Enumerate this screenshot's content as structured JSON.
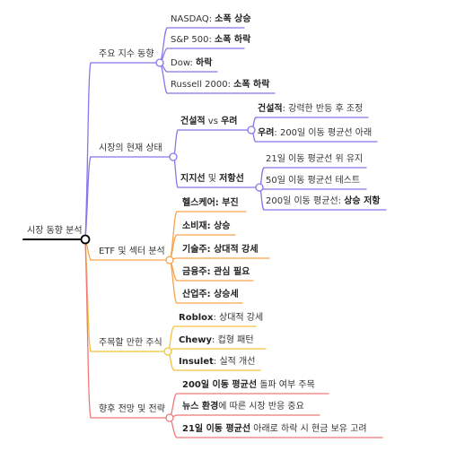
{
  "root": {
    "label": "시장 동향 분석"
  },
  "colors": {
    "purple": "#8b74e8",
    "orange": "#f7a34b",
    "amber": "#f4c13d",
    "red": "#f07878",
    "root_line": "#000000"
  },
  "branches": [
    {
      "label": "주요 지수 동향",
      "children": [
        {
          "pre": "NASDAQ: ",
          "bold": "소폭 상승",
          "post": ""
        },
        {
          "pre": "S&P 500: ",
          "bold": "소폭 하락",
          "post": ""
        },
        {
          "pre": "Dow: ",
          "bold": "하락",
          "post": ""
        },
        {
          "pre": "Russell 2000: ",
          "bold": "소폭 하락",
          "post": ""
        }
      ]
    },
    {
      "label": "시장의 현재 상태",
      "groups": [
        {
          "label": {
            "b1": "건설적",
            "mid": " vs ",
            "b2": "우려"
          },
          "children": [
            {
              "pre": "",
              "bold": "건설적",
              "post": ": 강력한 반등 후 조정"
            },
            {
              "pre": "",
              "bold": "우려",
              "post": ": 200일 이동 평균선 아래"
            }
          ]
        },
        {
          "label": {
            "b1": "지지선",
            "mid": " 및 ",
            "b2": "저항선"
          },
          "children": [
            {
              "pre": "21일 이동 평균선 위 유지",
              "bold": "",
              "post": ""
            },
            {
              "pre": "50일 이동 평균선 테스트",
              "bold": "",
              "post": ""
            },
            {
              "pre": "200일 이동 평균선: ",
              "bold": "상승 저항",
              "post": ""
            }
          ]
        }
      ]
    },
    {
      "label": "ETF 및 섹터 분석",
      "children": [
        {
          "pre": "",
          "bold": "헬스케어: 부진",
          "post": ""
        },
        {
          "pre": "",
          "bold": "소비재: 상승",
          "post": ""
        },
        {
          "pre": "",
          "bold": "기술주: 상대적 강세",
          "post": ""
        },
        {
          "pre": "",
          "bold": "금융주: 관심 필요",
          "post": ""
        },
        {
          "pre": "",
          "bold": "산업주: 상승세",
          "post": ""
        }
      ]
    },
    {
      "label": "주목할 만한 주식",
      "children": [
        {
          "pre": "",
          "bold": "Roblox",
          "post": ": 상대적 강세"
        },
        {
          "pre": "",
          "bold": "Chewy",
          "post": ": 컵형 패턴"
        },
        {
          "pre": "",
          "bold": "Insulet",
          "post": ": 실적 개선"
        }
      ]
    },
    {
      "label": "향후 전망 및 전략",
      "children": [
        {
          "pre": "",
          "bold": "200일 이동 평균선",
          "post": " 돌파 여부 주목"
        },
        {
          "pre": "",
          "bold": "뉴스 환경",
          "post": "에 따른 시장 반응 중요"
        },
        {
          "pre": "",
          "bold": "21일 이동 평균선",
          "post": " 아래로 하락 시 현금 보유 고려"
        }
      ]
    }
  ]
}
